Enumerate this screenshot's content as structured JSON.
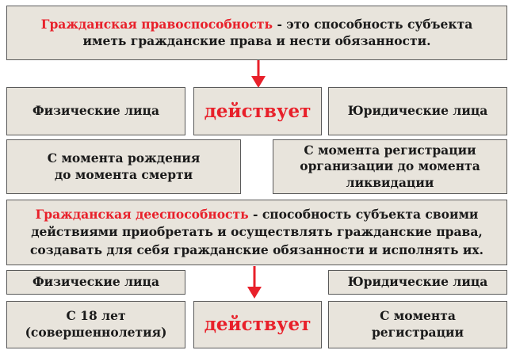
{
  "top_definition": {
    "term": "Гражданская правоспособность",
    "line1_rest": " - это способность субъекта",
    "line2": "иметь гражданские права и нести обязанности."
  },
  "row1": {
    "left": "Физические лица",
    "center": "действует",
    "right": "Юридические лица"
  },
  "row2": {
    "left_line1": "С момента рождения",
    "left_line2": "до момента смерти",
    "right_line1": "С момента регистрации",
    "right_line2": "организации до момента",
    "right_line3": "ликвидации"
  },
  "mid_definition": {
    "term": "Гражданская дееспособность",
    "line1_rest": " - способность субъекта своими",
    "line2": "действиями приобретать и осуществлять гражданские права,",
    "line3": "создавать для себя гражданские обязанности и исполнять их."
  },
  "row3": {
    "left": "Физические лица",
    "right": "Юридические лица"
  },
  "row4": {
    "left_line1": "С 18 лет",
    "left_line2": "(совершеннолетия)",
    "center": "действует",
    "right_line1": "С момента",
    "right_line2": "регистрации"
  },
  "colors": {
    "box_fill": "#e8e4dc",
    "border": "#5a5a5a",
    "accent": "#e8202a"
  }
}
